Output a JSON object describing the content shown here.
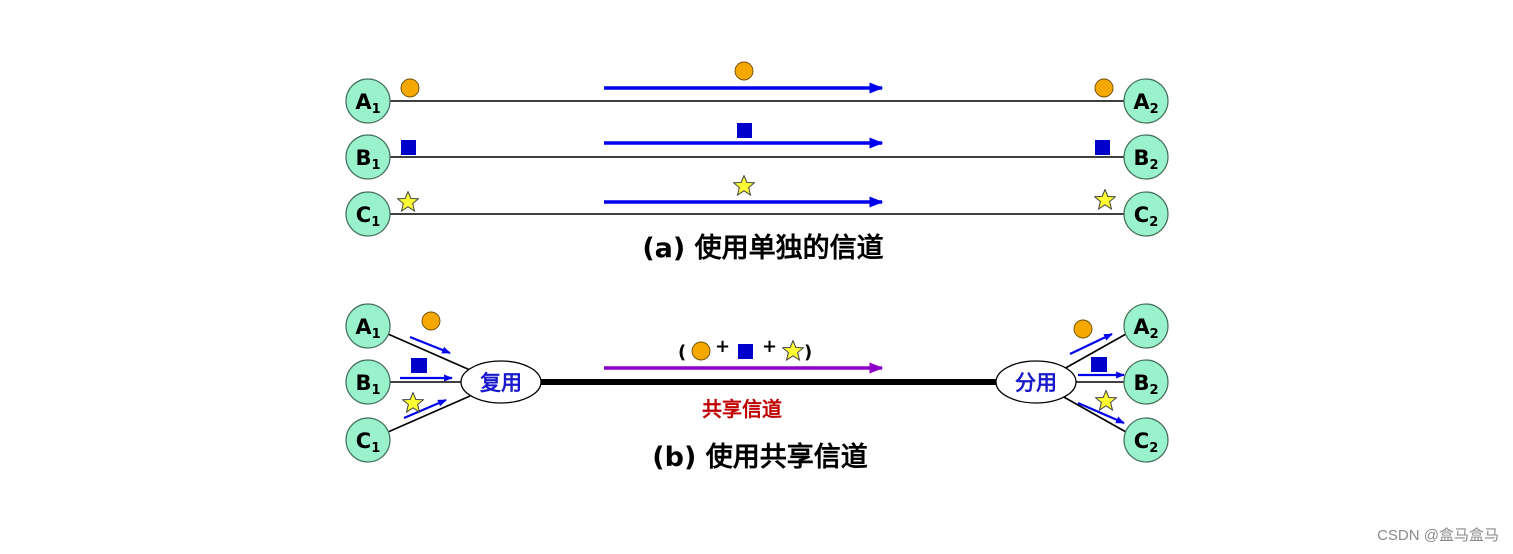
{
  "captions": {
    "a": "(a) 使用单独的信道",
    "b": "(b) 使用共享信道"
  },
  "nodes": {
    "a1": {
      "main": "A",
      "sub": "1"
    },
    "b1": {
      "main": "B",
      "sub": "1"
    },
    "c1": {
      "main": "C",
      "sub": "1"
    },
    "a2": {
      "main": "A",
      "sub": "2"
    },
    "b2": {
      "main": "B",
      "sub": "2"
    },
    "c2": {
      "main": "C",
      "sub": "2"
    }
  },
  "multiplexer_label": "复用",
  "demultiplexer_label": "分用",
  "shared_channel_label": "共享信道",
  "formula": {
    "open": "(",
    "plus1": "+",
    "plus2": "+",
    "close": ")"
  },
  "symbols": {
    "circle": "circle-icon",
    "square": "square-icon",
    "star": "star-icon"
  },
  "colors": {
    "node_fill": "#99f2cc",
    "circle_symbol": "#f5a800",
    "square_symbol": "#0000cc",
    "star_symbol": "#ffff33",
    "separate_arrow": "#0000ee",
    "shared_arrow": "#8c00c8",
    "shared_label": "#c00000",
    "mux_label": "#1a1acc"
  },
  "watermark": "CSDN @盒马盒马"
}
